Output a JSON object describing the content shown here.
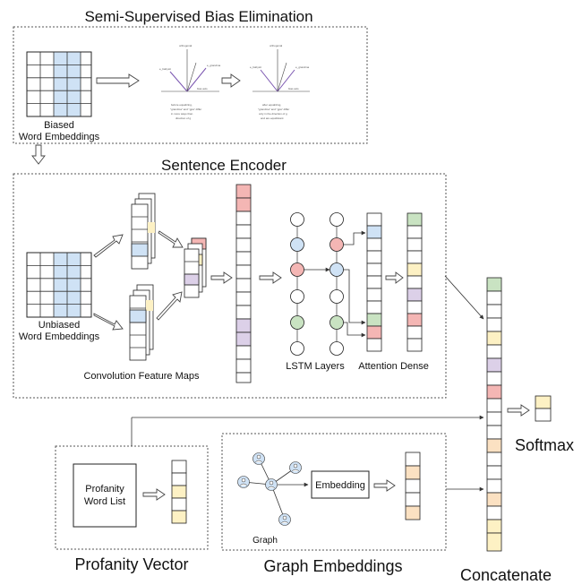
{
  "titles": {
    "bias": "Semi-Supervised Bias Elimination",
    "encoder": "Sentence Encoder",
    "softmax": "Softmax",
    "profanity": "Profanity Vector",
    "graph": "Graph Embeddings",
    "concatenate": "Concatenate"
  },
  "labels": {
    "biased_1": "Biased",
    "biased_2": "Word Embeddings",
    "unbiased_1": "Unbiased",
    "unbiased_2": "Word Embeddings",
    "conv_maps": "Convolution Feature Maps",
    "lstm": "LSTM Layers",
    "attention": "Attention",
    "dense": "Dense",
    "profanity_list_1": "Profanity",
    "profanity_list_2": "Word List",
    "embedding": "Embedding",
    "graph_small": "Graph"
  },
  "colors": {
    "red": "#f4b6b4",
    "blue": "#cfe2f5",
    "green": "#c9e3c2",
    "purple": "#dcd0e8",
    "yellow": "#fdf1c4",
    "orange": "#fbe1c2",
    "line": "#333333"
  }
}
